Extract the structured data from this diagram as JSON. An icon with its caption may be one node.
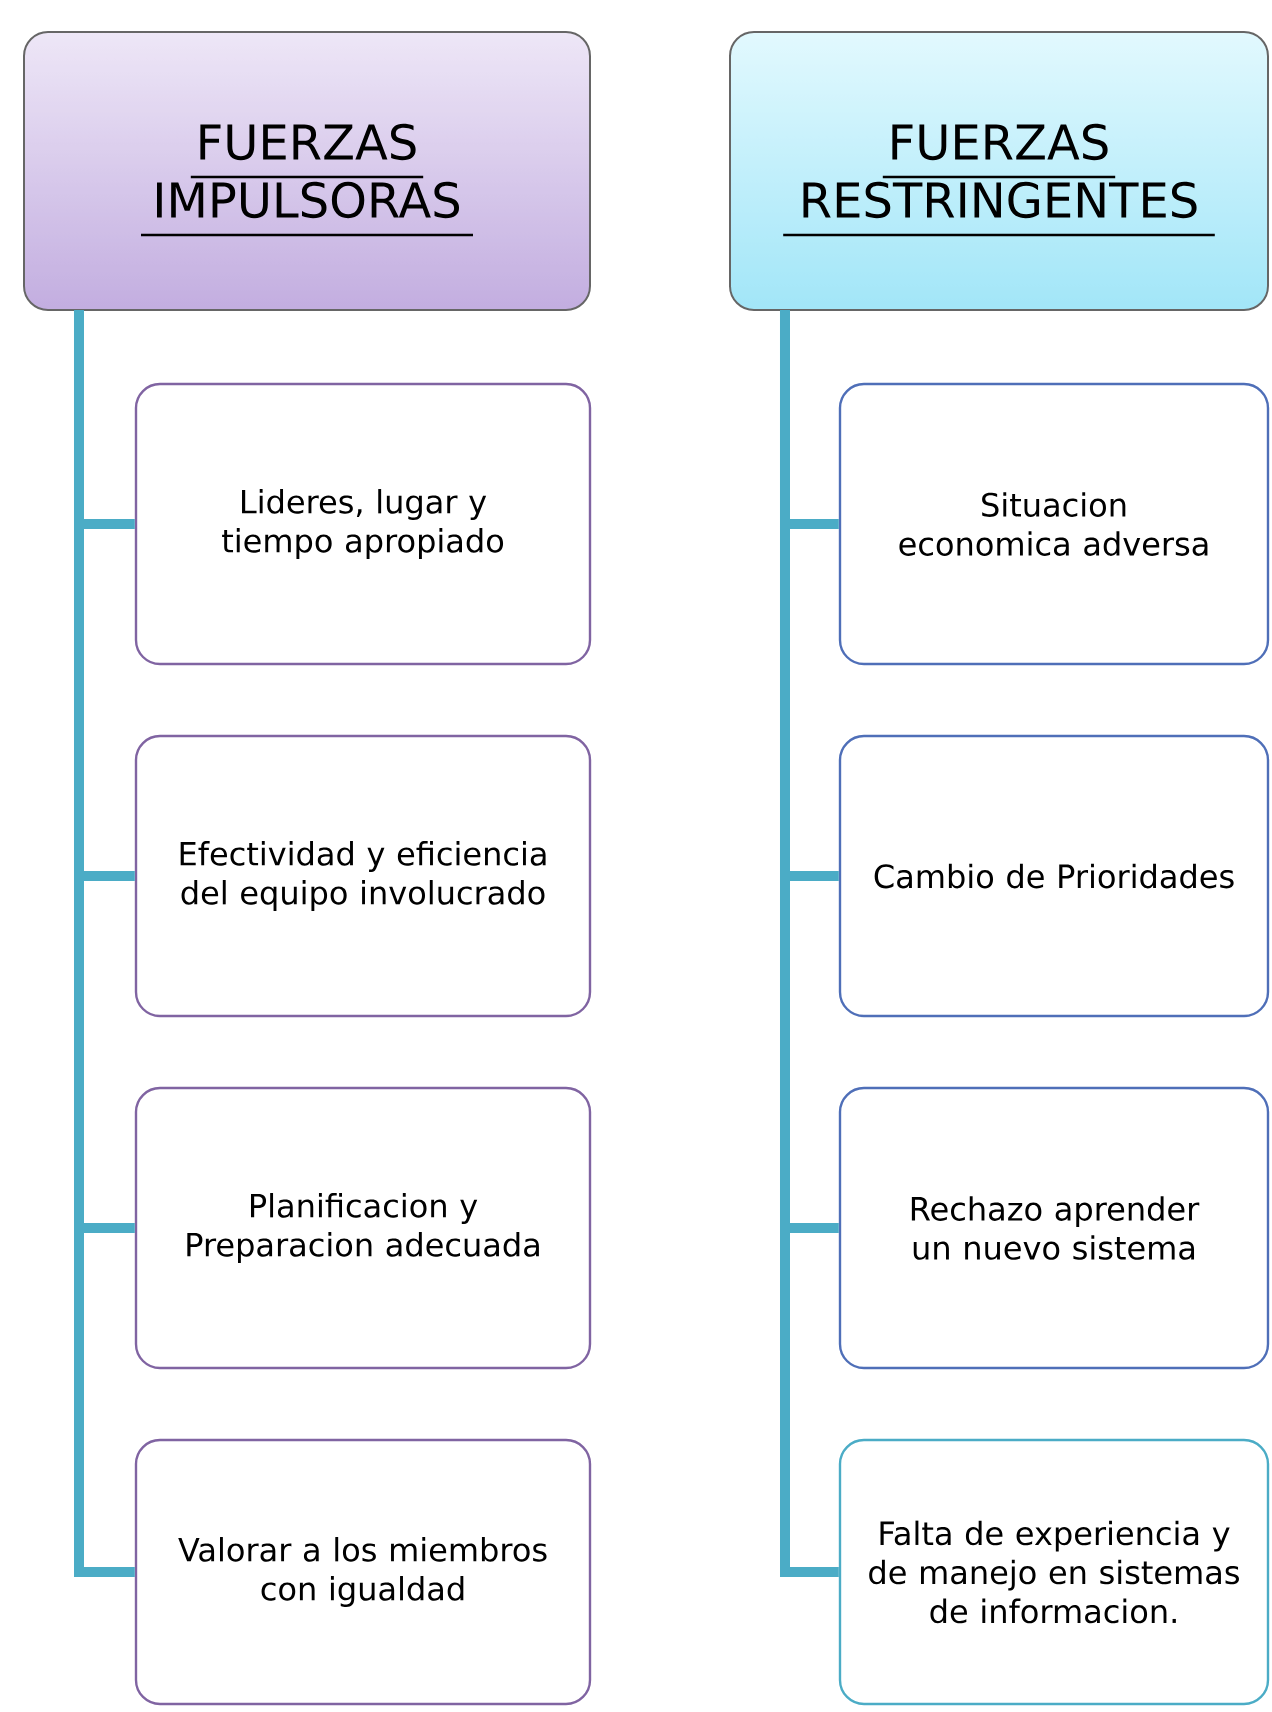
{
  "diagram": {
    "nodes": [
      {
        "text": [
          "FUERZAS IMPULSORAS"
        ]
      },
      {
        "text": [
          "Lideres, lugar y tiempo apropiado"
        ]
      },
      {
        "text": [
          "Efectividad y eficiencia del equipo involucrado"
        ]
      },
      {
        "text": [
          "Planificacion y Preparacion adecuada"
        ]
      },
      {
        "text": [
          "Valorar a los miembros con igualdad"
        ]
      },
      {
        "text": [
          "FUERZAS RESTRINGENTES"
        ]
      },
      {
        "text": [
          "Situacion economica adversa"
        ]
      },
      {
        "text": [
          "Cambio de Prioridades"
        ]
      },
      {
        "text": [
          "Rechazo aprender un nuevo sistema"
        ]
      },
      {
        "text": [
          "Falta de experiencia y de manejo en sistemas de informacion."
        ]
      }
    ],
    "edges": [
      {
        "from": 0,
        "to": 1,
        "arrow": "none"
      },
      {
        "from": 0,
        "to": 2,
        "arrow": "none"
      },
      {
        "from": 0,
        "to": 3,
        "arrow": "none"
      },
      {
        "from": 0,
        "to": 4,
        "arrow": "none"
      },
      {
        "from": 5,
        "to": 6,
        "arrow": "none"
      },
      {
        "from": 5,
        "to": 7,
        "arrow": "none"
      },
      {
        "from": 5,
        "to": 8,
        "arrow": "none"
      },
      {
        "from": 5,
        "to": 9,
        "arrow": "none"
      }
    ]
  }
}
